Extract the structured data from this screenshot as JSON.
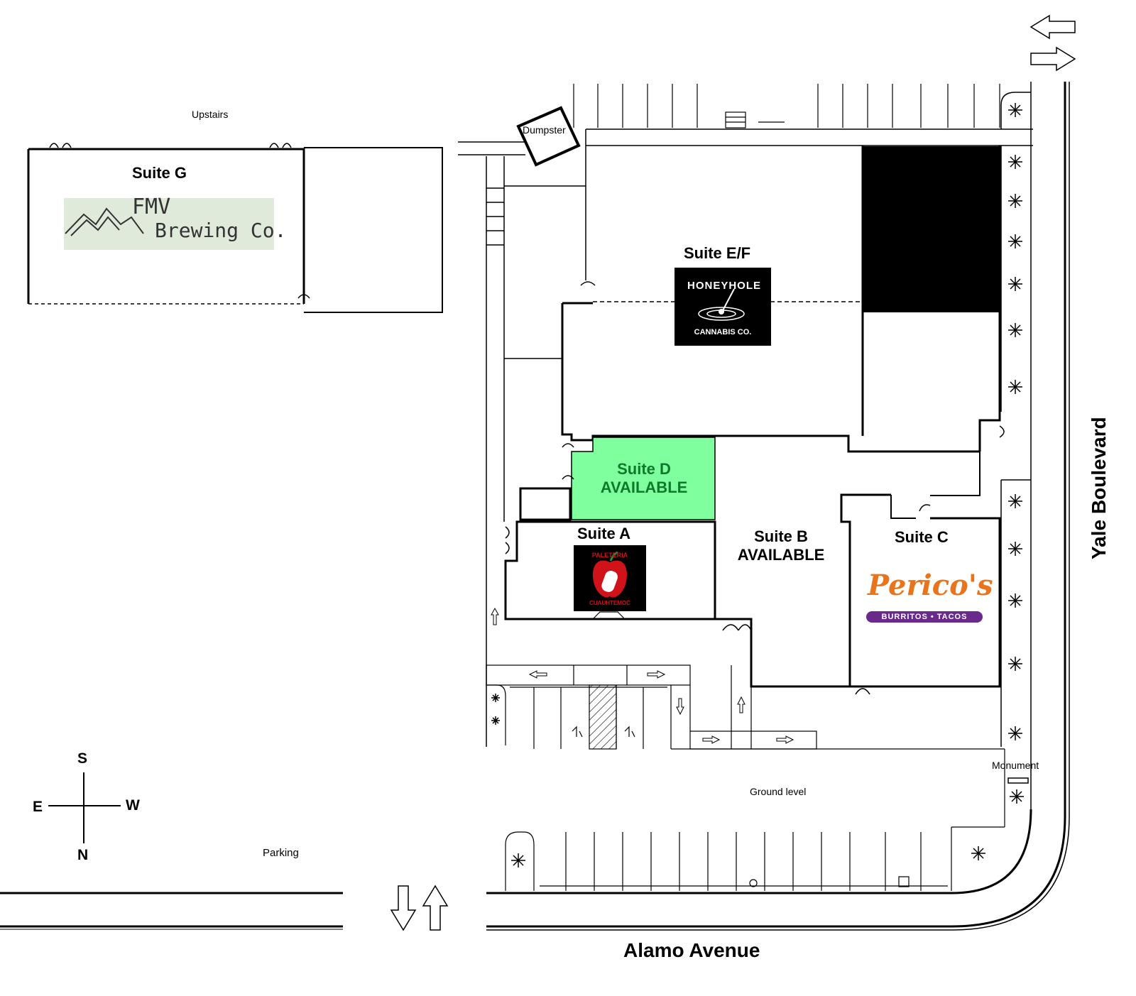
{
  "labels": {
    "upstairs": "Upstairs",
    "ground_level": "Ground level",
    "parking": "Parking",
    "dumpster": "Dumpster",
    "monument": "Monument"
  },
  "roads": {
    "south": "Alamo Avenue",
    "east": "Yale Boulevard"
  },
  "compass": {
    "top": "S",
    "bottom": "N",
    "left": "E",
    "right": "W"
  },
  "suites": {
    "g": {
      "name": "Suite G",
      "tenant_line1": "FMV",
      "tenant_line2": "Brewing Co."
    },
    "ef": {
      "name": "Suite E/F",
      "tenant_line1": "HONEYHOLE",
      "tenant_line2": "CANNABIS CO."
    },
    "d": {
      "name": "Suite D",
      "status": "AVAILABLE",
      "highlight_color": "#80ff9f",
      "text_color": "#0c7a2a"
    },
    "a": {
      "name": "Suite A",
      "tenant_line1": "PALETERIA",
      "tenant_line2": "CUAUHTEMOC"
    },
    "b": {
      "name": "Suite B",
      "status": "AVAILABLE"
    },
    "c": {
      "name": "Suite C",
      "tenant_line1": "Perico's",
      "tenant_line2": "BURRITOS • TACOS"
    }
  },
  "colors": {
    "line": "#000000",
    "occupied_block": "#000000",
    "perico_orange": "#e8741c",
    "perico_purple": "#6a2a8c",
    "fmv_bg": "#dfeadb"
  }
}
